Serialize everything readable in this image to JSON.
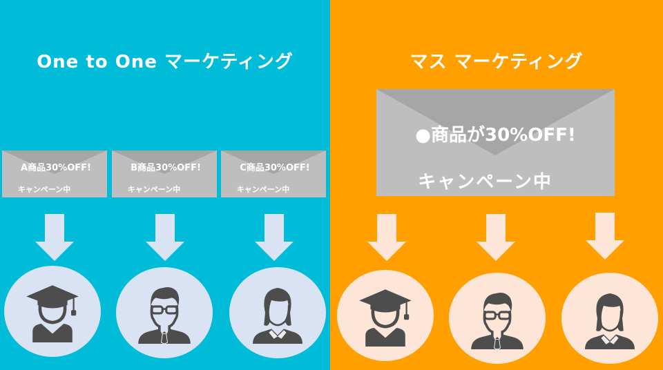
{
  "colors": {
    "one_to_one_bg": "#00BCD8",
    "mass_bg": "#FFA000",
    "envelope_body": "#BEBEBE",
    "envelope_flap": "#A6A6A6",
    "one_to_one_circle": "#DAE3F3",
    "mass_circle": "#FDE6D8",
    "icon_fill": "#4D4D4D",
    "text": "#FFFFFF"
  },
  "left_panel": {
    "title": "One to One マーケティング",
    "envelopes": [
      {
        "line1": "A商品30%OFF!",
        "line2": "キャンペーン中"
      },
      {
        "line1": "B商品30%OFF!",
        "line2": "キャンペーン中"
      },
      {
        "line1": "C商品30%OFF!",
        "line2": "キャンペーン中"
      }
    ],
    "recipients": [
      {
        "icon": "graduate-icon"
      },
      {
        "icon": "businessman-glasses-icon"
      },
      {
        "icon": "businesswoman-icon"
      }
    ]
  },
  "right_panel": {
    "title": "マス マーケティング",
    "envelope": {
      "line1": "●商品が30%OFF!",
      "line2": "キャンペーン中"
    },
    "recipients": [
      {
        "icon": "graduate-icon"
      },
      {
        "icon": "businessman-glasses-icon"
      },
      {
        "icon": "businesswoman-icon"
      }
    ]
  }
}
